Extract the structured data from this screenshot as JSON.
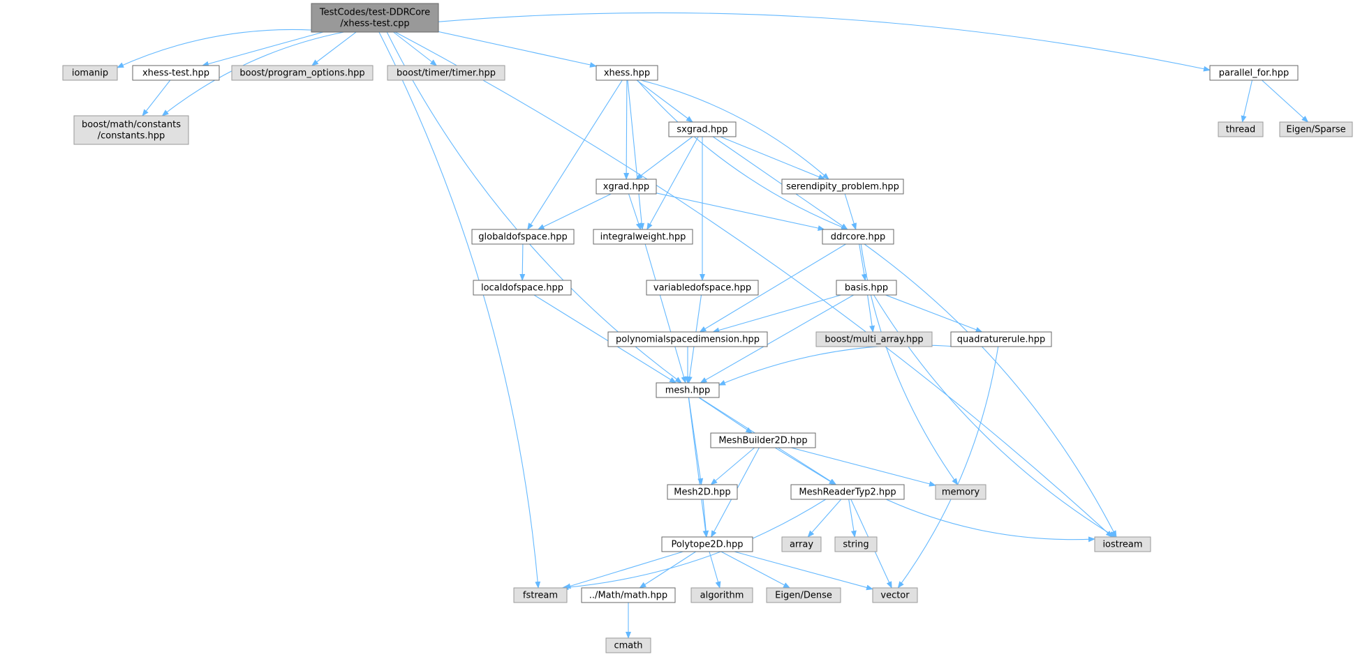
{
  "colors": {
    "edge": "#63b8ff",
    "root_fill": "#999999",
    "root_stroke": "#666666",
    "internal_fill": "#ffffff",
    "internal_stroke": "#666666",
    "external_fill": "#e0e0e0",
    "external_stroke": "#999999"
  },
  "nodes": [
    {
      "id": "root",
      "lines": [
        "TestCodes/test-DDRCore",
        "/xhess-test.cpp"
      ],
      "kind": "root"
    },
    {
      "id": "iomanip",
      "lines": [
        "iomanip"
      ],
      "kind": "external"
    },
    {
      "id": "xhess_test_hpp",
      "lines": [
        "xhess-test.hpp"
      ],
      "kind": "internal"
    },
    {
      "id": "program_options",
      "lines": [
        "boost/program_options.hpp"
      ],
      "kind": "external"
    },
    {
      "id": "timer",
      "lines": [
        "boost/timer/timer.hpp"
      ],
      "kind": "external"
    },
    {
      "id": "xhess_hpp",
      "lines": [
        "xhess.hpp"
      ],
      "kind": "internal"
    },
    {
      "id": "parallel_for",
      "lines": [
        "parallel_for.hpp"
      ],
      "kind": "internal"
    },
    {
      "id": "constants",
      "lines": [
        "boost/math/constants",
        "/constants.hpp"
      ],
      "kind": "external"
    },
    {
      "id": "thread",
      "lines": [
        "thread"
      ],
      "kind": "external"
    },
    {
      "id": "eigen_sparse",
      "lines": [
        "Eigen/Sparse"
      ],
      "kind": "external"
    },
    {
      "id": "sxgrad",
      "lines": [
        "sxgrad.hpp"
      ],
      "kind": "internal"
    },
    {
      "id": "xgrad",
      "lines": [
        "xgrad.hpp"
      ],
      "kind": "internal"
    },
    {
      "id": "serendipity",
      "lines": [
        "serendipity_problem.hpp"
      ],
      "kind": "internal"
    },
    {
      "id": "globaldofspace",
      "lines": [
        "globaldofspace.hpp"
      ],
      "kind": "internal"
    },
    {
      "id": "integralweight",
      "lines": [
        "integralweight.hpp"
      ],
      "kind": "internal"
    },
    {
      "id": "ddrcore",
      "lines": [
        "ddrcore.hpp"
      ],
      "kind": "internal"
    },
    {
      "id": "localdofspace",
      "lines": [
        "localdofspace.hpp"
      ],
      "kind": "internal"
    },
    {
      "id": "variabledofspace",
      "lines": [
        "variabledofspace.hpp"
      ],
      "kind": "internal"
    },
    {
      "id": "basis",
      "lines": [
        "basis.hpp"
      ],
      "kind": "internal"
    },
    {
      "id": "polyspacedim",
      "lines": [
        "polynomialspacedimension.hpp"
      ],
      "kind": "internal"
    },
    {
      "id": "multi_array",
      "lines": [
        "boost/multi_array.hpp"
      ],
      "kind": "external"
    },
    {
      "id": "quadraturerule",
      "lines": [
        "quadraturerule.hpp"
      ],
      "kind": "internal"
    },
    {
      "id": "mesh",
      "lines": [
        "mesh.hpp"
      ],
      "kind": "internal"
    },
    {
      "id": "meshbuilder",
      "lines": [
        "MeshBuilder2D.hpp"
      ],
      "kind": "internal"
    },
    {
      "id": "mesh2d",
      "lines": [
        "Mesh2D.hpp"
      ],
      "kind": "internal"
    },
    {
      "id": "meshreader",
      "lines": [
        "MeshReaderTyp2.hpp"
      ],
      "kind": "internal"
    },
    {
      "id": "memory",
      "lines": [
        "memory"
      ],
      "kind": "external"
    },
    {
      "id": "polytope2d",
      "lines": [
        "Polytope2D.hpp"
      ],
      "kind": "internal"
    },
    {
      "id": "array",
      "lines": [
        "array"
      ],
      "kind": "external"
    },
    {
      "id": "string",
      "lines": [
        "string"
      ],
      "kind": "external"
    },
    {
      "id": "iostream",
      "lines": [
        "iostream"
      ],
      "kind": "external"
    },
    {
      "id": "fstream",
      "lines": [
        "fstream"
      ],
      "kind": "external"
    },
    {
      "id": "mathhpp",
      "lines": [
        "../Math/math.hpp"
      ],
      "kind": "internal"
    },
    {
      "id": "algorithm",
      "lines": [
        "algorithm"
      ],
      "kind": "external"
    },
    {
      "id": "eigen_dense",
      "lines": [
        "Eigen/Dense"
      ],
      "kind": "external"
    },
    {
      "id": "vector",
      "lines": [
        "vector"
      ],
      "kind": "external"
    },
    {
      "id": "cmath",
      "lines": [
        "cmath"
      ],
      "kind": "external"
    }
  ],
  "edges": [
    [
      "root",
      "iomanip"
    ],
    [
      "root",
      "xhess_test_hpp"
    ],
    [
      "root",
      "program_options"
    ],
    [
      "root",
      "timer"
    ],
    [
      "root",
      "xhess_hpp"
    ],
    [
      "root",
      "parallel_for"
    ],
    [
      "root",
      "constants"
    ],
    [
      "root",
      "fstream"
    ],
    [
      "root",
      "mesh"
    ],
    [
      "root",
      "iostream"
    ],
    [
      "xhess_test_hpp",
      "constants"
    ],
    [
      "parallel_for",
      "thread"
    ],
    [
      "parallel_for",
      "eigen_sparse"
    ],
    [
      "xhess_hpp",
      "sxgrad"
    ],
    [
      "xhess_hpp",
      "xgrad"
    ],
    [
      "xhess_hpp",
      "serendipity"
    ],
    [
      "xhess_hpp",
      "globaldofspace"
    ],
    [
      "xhess_hpp",
      "integralweight"
    ],
    [
      "xhess_hpp",
      "ddrcore"
    ],
    [
      "sxgrad",
      "xgrad"
    ],
    [
      "sxgrad",
      "serendipity"
    ],
    [
      "sxgrad",
      "integralweight"
    ],
    [
      "sxgrad",
      "ddrcore"
    ],
    [
      "sxgrad",
      "variabledofspace"
    ],
    [
      "xgrad",
      "globaldofspace"
    ],
    [
      "xgrad",
      "integralweight"
    ],
    [
      "xgrad",
      "ddrcore"
    ],
    [
      "serendipity",
      "ddrcore"
    ],
    [
      "globaldofspace",
      "localdofspace"
    ],
    [
      "integralweight",
      "mesh"
    ],
    [
      "ddrcore",
      "basis"
    ],
    [
      "ddrcore",
      "polyspacedim"
    ],
    [
      "ddrcore",
      "memory"
    ],
    [
      "ddrcore",
      "iostream"
    ],
    [
      "localdofspace",
      "mesh"
    ],
    [
      "variabledofspace",
      "mesh"
    ],
    [
      "basis",
      "polyspacedim"
    ],
    [
      "basis",
      "multi_array"
    ],
    [
      "basis",
      "quadraturerule"
    ],
    [
      "basis",
      "mesh"
    ],
    [
      "basis",
      "iostream"
    ],
    [
      "polyspacedim",
      "mesh"
    ],
    [
      "quadraturerule",
      "mesh"
    ],
    [
      "quadraturerule",
      "vector"
    ],
    [
      "mesh",
      "meshbuilder"
    ],
    [
      "mesh",
      "mesh2d"
    ],
    [
      "mesh",
      "meshreader"
    ],
    [
      "mesh",
      "polytope2d"
    ],
    [
      "meshbuilder",
      "mesh2d"
    ],
    [
      "meshbuilder",
      "meshreader"
    ],
    [
      "meshbuilder",
      "memory"
    ],
    [
      "meshbuilder",
      "polytope2d"
    ],
    [
      "mesh2d",
      "polytope2d"
    ],
    [
      "meshreader",
      "array"
    ],
    [
      "meshreader",
      "string"
    ],
    [
      "meshreader",
      "vector"
    ],
    [
      "meshreader",
      "iostream"
    ],
    [
      "meshreader",
      "fstream"
    ],
    [
      "polytope2d",
      "fstream"
    ],
    [
      "polytope2d",
      "mathhpp"
    ],
    [
      "polytope2d",
      "algorithm"
    ],
    [
      "polytope2d",
      "eigen_dense"
    ],
    [
      "polytope2d",
      "vector"
    ],
    [
      "mathhpp",
      "cmath"
    ]
  ]
}
